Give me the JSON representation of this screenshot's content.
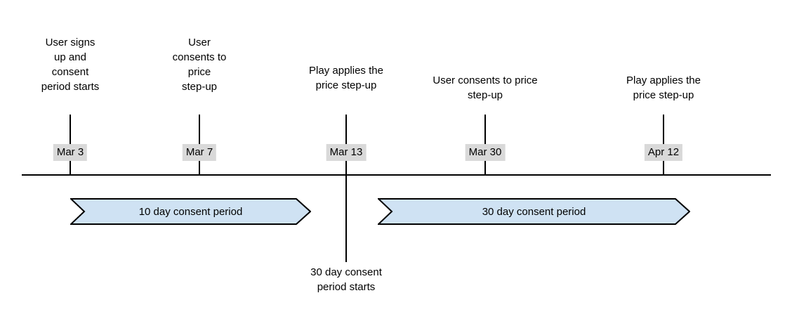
{
  "colors": {
    "arrow_fill": "#cfe2f3",
    "arrow_stroke": "#000000",
    "date_chip_bg": "#d9d9d9",
    "line": "#000000"
  },
  "events": [
    {
      "date": "Mar 3",
      "label": "User signs\nup and\nconsent\nperiod starts"
    },
    {
      "date": "Mar 7",
      "label": "User\nconsents to\nprice\nstep-up"
    },
    {
      "date": "Mar 13",
      "label": "Play applies the\nprice step-up",
      "callout_below": "30 day consent\nperiod starts"
    },
    {
      "date": "Mar 30",
      "label": "User consents to price\nstep-up"
    },
    {
      "date": "Apr 12",
      "label": "Play applies the\nprice step-up"
    }
  ],
  "periods": [
    {
      "label": "10 day consent period"
    },
    {
      "label": "30 day consent period"
    }
  ]
}
